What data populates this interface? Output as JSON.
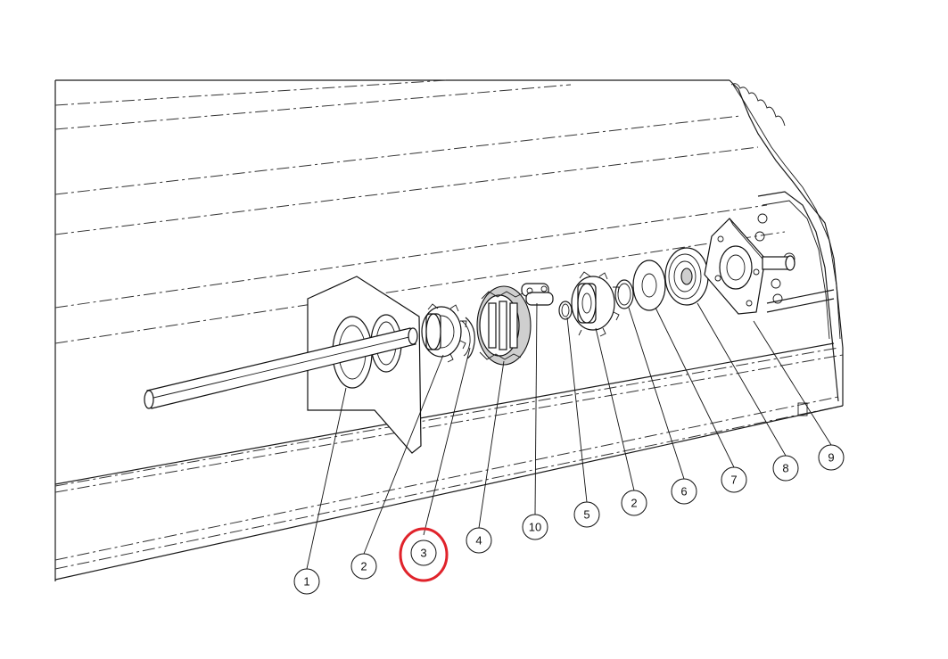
{
  "diagram": {
    "highlight_color": "#e0232b",
    "highlighted_callout": "3",
    "callouts": [
      {
        "id": "c1",
        "label": "1"
      },
      {
        "id": "c2a",
        "label": "2"
      },
      {
        "id": "c3",
        "label": "3"
      },
      {
        "id": "c4",
        "label": "4"
      },
      {
        "id": "c10",
        "label": "10"
      },
      {
        "id": "c5",
        "label": "5"
      },
      {
        "id": "c2b",
        "label": "2"
      },
      {
        "id": "c6",
        "label": "6"
      },
      {
        "id": "c7",
        "label": "7"
      },
      {
        "id": "c8",
        "label": "8"
      },
      {
        "id": "c9",
        "label": "9"
      }
    ]
  }
}
